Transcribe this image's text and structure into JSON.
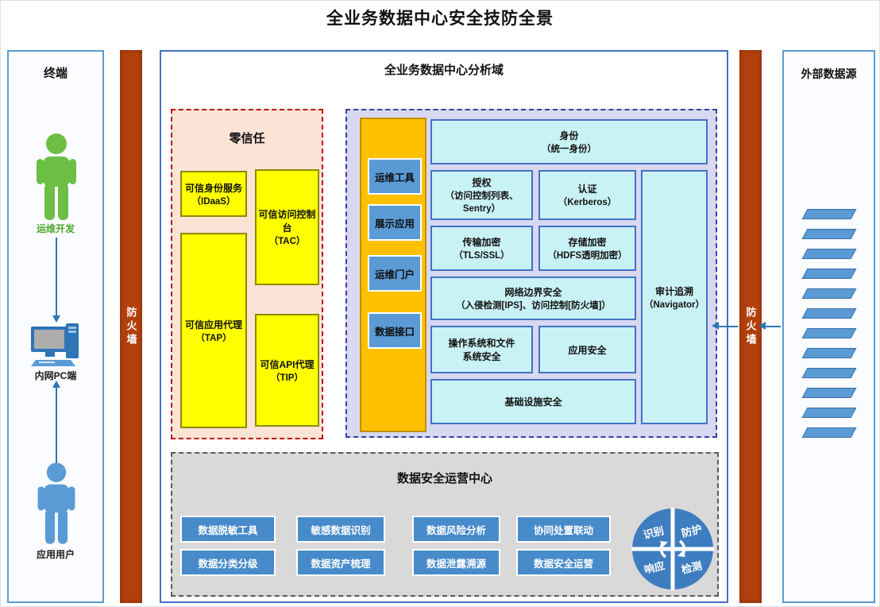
{
  "page_title": "全业务数据中心安全技防全景",
  "terminal": {
    "title": "终端",
    "ops_user_label": "运维开发",
    "pc_label": "内网PC端",
    "app_user_label": "应用用户"
  },
  "firewalls": {
    "left": "防火墙",
    "right": "防火墙"
  },
  "analysis_domain": {
    "title": "全业务数据中心分析域",
    "zero_trust": {
      "title": "零信任",
      "identity_service": {
        "name": "可信身份服务",
        "abbr": "（IDaaS）"
      },
      "access_console": {
        "name": "可信访问控制台",
        "abbr": "（TAC）"
      },
      "app_proxy": {
        "name": "可信应用代理",
        "abbr": "（TAP）"
      },
      "api_proxy": {
        "name": "可信API代理",
        "abbr": "（TIP）"
      }
    },
    "access_layer": {
      "items": [
        "运维工具",
        "展示应用",
        "运维门户",
        "数据接口"
      ]
    },
    "platform_security": {
      "identity": {
        "name": "身份",
        "sub": "（统一身份）"
      },
      "authorization": {
        "name": "授权",
        "sub": "（访问控制列表、Sentry）"
      },
      "authentication": {
        "name": "认证",
        "sub": "（Kerberos）"
      },
      "audit": {
        "name": "审计追溯",
        "sub": "（Navigator）"
      },
      "transport_encryption": {
        "name": "传输加密",
        "sub": "（TLS/SSL）"
      },
      "storage_encryption": {
        "name": "存储加密",
        "sub": "（HDFS透明加密）"
      },
      "network_boundary": {
        "name": "网络边界安全",
        "sub": "（入侵检测[IPS]、访问控制[防火墙]）"
      },
      "os_file": {
        "name": "操作系统和文件\n系统安全"
      },
      "application": {
        "name": "应用安全"
      },
      "infrastructure": {
        "name": "基础设施安全"
      }
    },
    "soc": {
      "title": "数据安全运营中心",
      "row1": [
        "数据脱敏工具",
        "敏感数据识别",
        "数据风险分析",
        "协同处置联动"
      ],
      "row2": [
        "数据分类分级",
        "数据资产梳理",
        "数据泄露溯源",
        "数据安全运营"
      ],
      "cycle": {
        "top_left": "识别",
        "top_right": "防护",
        "bottom_left": "响应",
        "bottom_right": "检测"
      }
    }
  },
  "external": {
    "title": "外部数据源"
  }
}
